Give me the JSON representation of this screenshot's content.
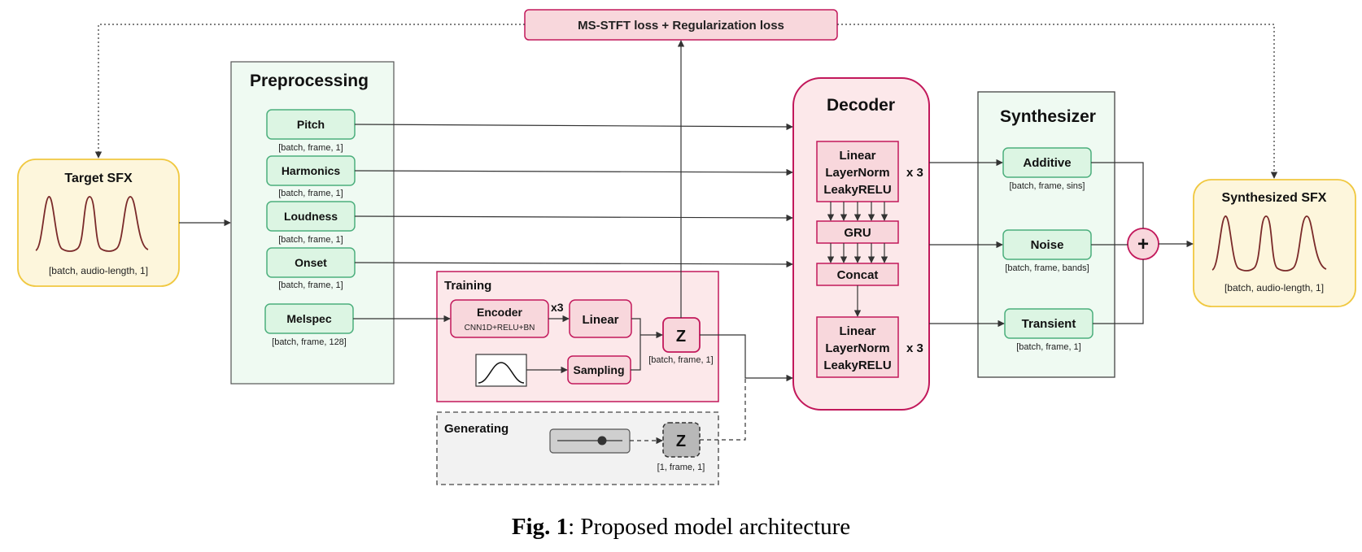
{
  "loss": {
    "label": "MS-STFT loss + Regularization loss"
  },
  "target": {
    "title": "Target SFX",
    "shape": "[batch, audio-length, 1]"
  },
  "synthesized": {
    "title": "Synthesized SFX",
    "shape": "[batch, audio-length, 1]"
  },
  "preprocessing": {
    "title": "Preprocessing",
    "items": [
      {
        "label": "Pitch",
        "shape": "[batch, frame, 1]"
      },
      {
        "label": "Harmonics",
        "shape": "[batch, frame, 1]"
      },
      {
        "label": "Loudness",
        "shape": "[batch, frame, 1]"
      },
      {
        "label": "Onset",
        "shape": "[batch, frame, 1]"
      },
      {
        "label": "Melspec",
        "shape": "[batch, frame, 128]"
      }
    ]
  },
  "training": {
    "title": "Training",
    "encoder": "Encoder",
    "encoder_sub": "CNN1D+RELU+BN",
    "repeat": "x3",
    "linear": "Linear",
    "sampling": "Sampling",
    "z": "Z",
    "z_shape": "[batch, frame, 1]"
  },
  "generating": {
    "title": "Generating",
    "z": "Z",
    "z_shape": "[1, frame, 1]"
  },
  "decoder": {
    "title": "Decoder",
    "block1": [
      "Linear",
      "LayerNorm",
      "LeakyRELU"
    ],
    "block1_repeat": "x 3",
    "gru": "GRU",
    "concat": "Concat",
    "block2": [
      "Linear",
      "LayerNorm",
      "LeakyRELU"
    ],
    "block2_repeat": "x 3"
  },
  "synthesizer": {
    "title": "Synthesizer",
    "items": [
      {
        "label": "Additive",
        "shape": "[batch, frame, sins]"
      },
      {
        "label": "Noise",
        "shape": "[batch, frame, bands]"
      },
      {
        "label": "Transient",
        "shape": "[batch, frame, 1]"
      }
    ],
    "sum_symbol": "+"
  },
  "caption": {
    "label": "Fig. 1",
    "text": ": Proposed model architecture"
  },
  "colors": {
    "green_fill": "#dcf5e3",
    "green_stroke": "#4caf7d",
    "green_panel": "#effaf2",
    "pink_fill": "#f8d7dc",
    "pink_stroke": "#c2185b",
    "pink_panel": "#fce8ea",
    "yellow_fill": "#fdf6dc",
    "yellow_stroke": "#f0c840",
    "gray_panel": "#f2f2f2",
    "gray_fill": "#cfcfcf",
    "line": "#333333",
    "wave": "#7a2a2a"
  }
}
